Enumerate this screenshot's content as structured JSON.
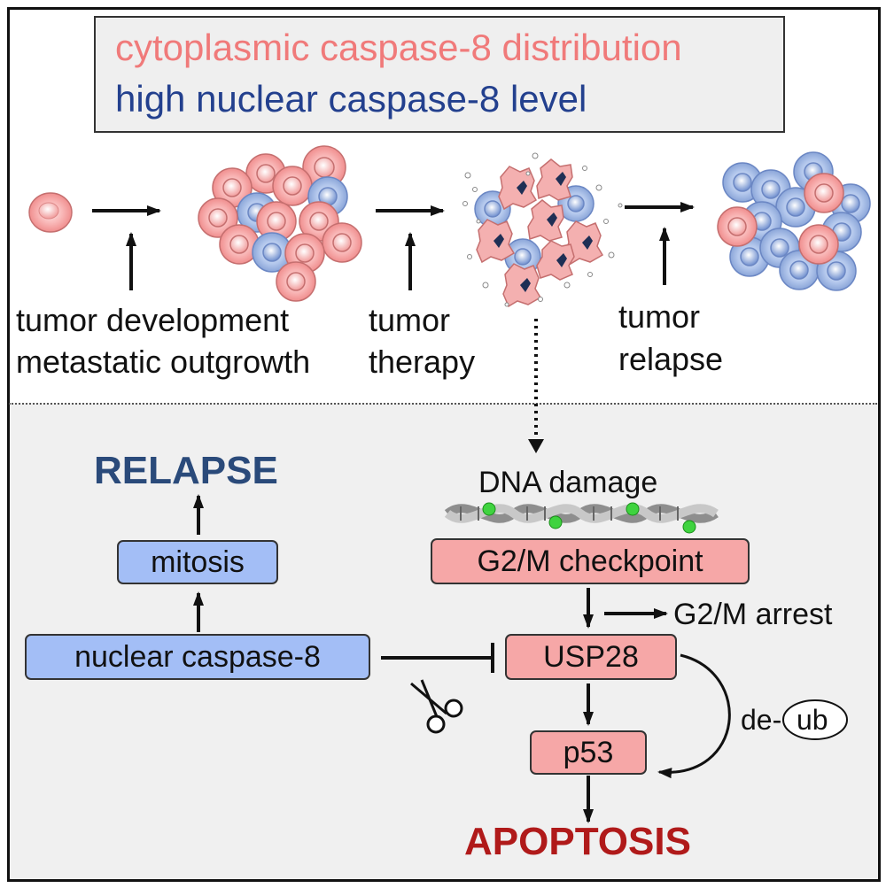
{
  "legend": {
    "cytoplasmic": "cytoplasmic caspase-8 distribution",
    "nuclear": "high nuclear caspase-8 level"
  },
  "stages": {
    "development_line1": "tumor development",
    "development_line2": "metastatic outgrowth",
    "therapy_line1": "tumor",
    "therapy_line2": "therapy",
    "relapse_line1": "tumor",
    "relapse_line2": "relapse"
  },
  "pathway": {
    "relapse": "RELAPSE",
    "mitosis": "mitosis",
    "nuclear_caspase": "nuclear caspase-8",
    "dna_damage": "DNA damage",
    "g2m_checkpoint": "G2/M checkpoint",
    "g2m_arrest": "G2/M arrest",
    "usp28": "USP28",
    "p53": "p53",
    "deub_prefix": "de-",
    "deub_ub": "ub",
    "apoptosis": "APOPTOSIS"
  },
  "colors": {
    "pink_cell": "#f5a3a3",
    "blue_cell": "#a9bfe8",
    "relapse_text": "#2a4a7a",
    "apoptosis_text": "#b01a1a",
    "legend_red": "#f07a7a",
    "legend_blue": "#23408e"
  }
}
